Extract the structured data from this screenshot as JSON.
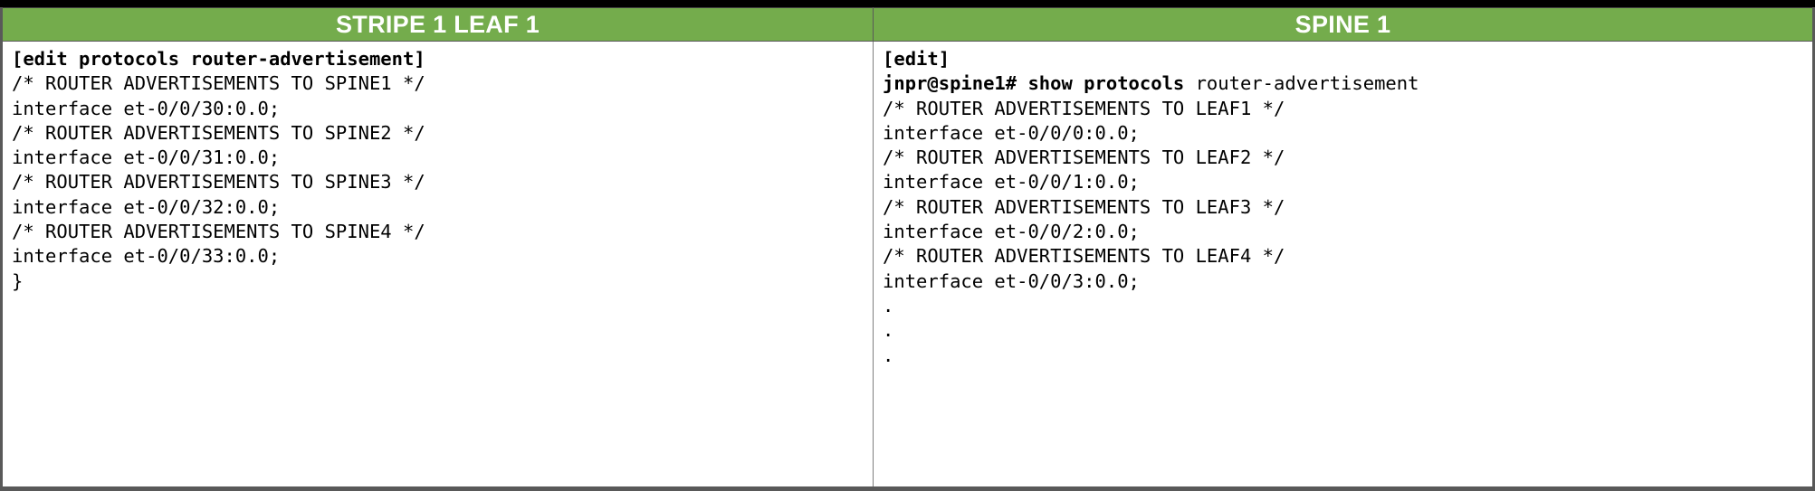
{
  "figure": {
    "type": "two-column-cli-output-table",
    "accent_color": "#74AC4C",
    "header_text_color": "#FFFFFF",
    "body_text_color": "#000000",
    "body_background": "#FFFFFF",
    "border_color": "#7F7F7F"
  },
  "columns": [
    {
      "id": "stripe1-leaf1",
      "header": "STRIPE 1 LEAF 1",
      "lines": [
        {
          "text": "[edit protocols router-advertisement]",
          "bold": true
        },
        {
          "text": "/* ROUTER ADVERTISEMENTS TO SPINE1 */",
          "bold": false
        },
        {
          "text": "interface et-0/0/30:0.0;",
          "bold": false
        },
        {
          "text": "/* ROUTER ADVERTISEMENTS TO SPINE2 */",
          "bold": false
        },
        {
          "text": "interface et-0/0/31:0.0;",
          "bold": false
        },
        {
          "text": "/* ROUTER ADVERTISEMENTS TO SPINE3 */",
          "bold": false
        },
        {
          "text": "interface et-0/0/32:0.0;",
          "bold": false
        },
        {
          "text": "/* ROUTER ADVERTISEMENTS TO SPINE4 */",
          "bold": false
        },
        {
          "text": "interface et-0/0/33:0.0;",
          "bold": false
        },
        {
          "text": "}",
          "bold": false
        }
      ]
    },
    {
      "id": "spine1",
      "header": "SPINE 1",
      "lines": [
        {
          "text": "[edit]",
          "bold": true
        },
        {
          "segments": [
            {
              "text": "jnpr@spine1# show protocols ",
              "bold": true
            },
            {
              "text": "router-advertisement",
              "bold": false
            }
          ]
        },
        {
          "text": "/* ROUTER ADVERTISEMENTS TO LEAF1 */",
          "bold": false
        },
        {
          "text": "interface et-0/0/0:0.0;",
          "bold": false
        },
        {
          "text": "/* ROUTER ADVERTISEMENTS TO LEAF2 */",
          "bold": false
        },
        {
          "text": "interface et-0/0/1:0.0;",
          "bold": false
        },
        {
          "text": "/* ROUTER ADVERTISEMENTS TO LEAF3 */",
          "bold": false
        },
        {
          "text": "interface et-0/0/2:0.0;",
          "bold": false
        },
        {
          "text": "/* ROUTER ADVERTISEMENTS TO LEAF4 */",
          "bold": false
        },
        {
          "text": "interface et-0/0/3:0.0;",
          "bold": false
        },
        {
          "text": ".",
          "bold": false
        },
        {
          "text": ".",
          "bold": false
        },
        {
          "text": ".",
          "bold": false
        }
      ]
    }
  ]
}
